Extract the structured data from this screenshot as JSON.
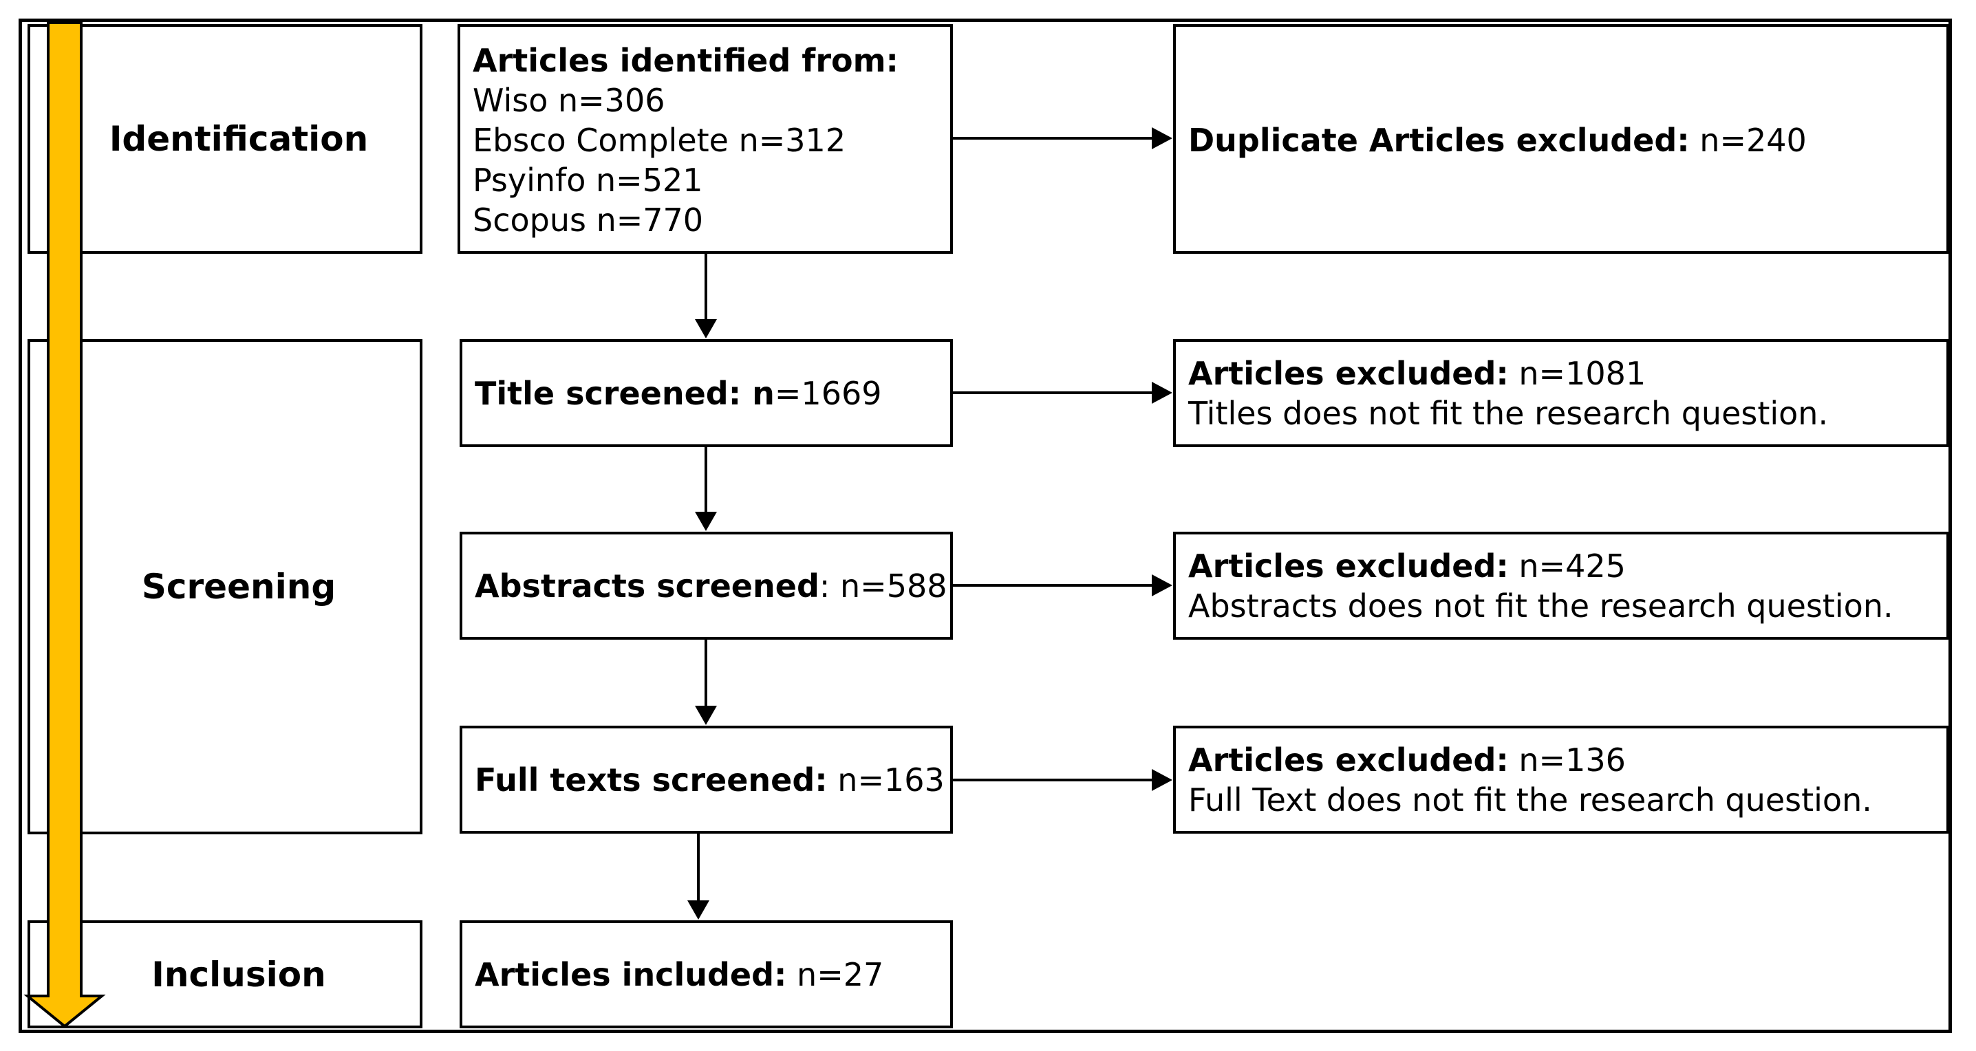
{
  "colors": {
    "arrow_fill": "#FFC000",
    "arrow_stroke": "#000000",
    "line": "#000000"
  },
  "stages": {
    "identification": "Identification",
    "screening": "Screening",
    "inclusion": "Inclusion"
  },
  "identified": {
    "heading": "Articles identified from:",
    "sources": [
      "Wiso n=306",
      "Ebsco Complete n=312",
      "Psyinfo n=521",
      "Scopus n=770"
    ]
  },
  "duplicates": {
    "label": "Duplicate Articles excluded:",
    "value": " n=240"
  },
  "title_screened": {
    "label": "Title screened: n",
    "value": "=1669"
  },
  "abstracts_screened": {
    "label": "Abstracts screened",
    "value": ": n=588"
  },
  "fulltexts_screened": {
    "label": "Full texts screened:",
    "value": " n=163"
  },
  "included": {
    "label": "Articles included:",
    "value": " n=27"
  },
  "excluded_title": {
    "label": "Articles excluded:",
    "value": " n=1081",
    "reason": "Titles does not fit the research question."
  },
  "excluded_abstract": {
    "label": "Articles excluded:",
    "value": " n=425",
    "reason": "Abstracts does not fit the research question."
  },
  "excluded_fulltext": {
    "label": "Articles excluded:",
    "value": " n=136",
    "reason": "Full Text does not fit the research question."
  }
}
